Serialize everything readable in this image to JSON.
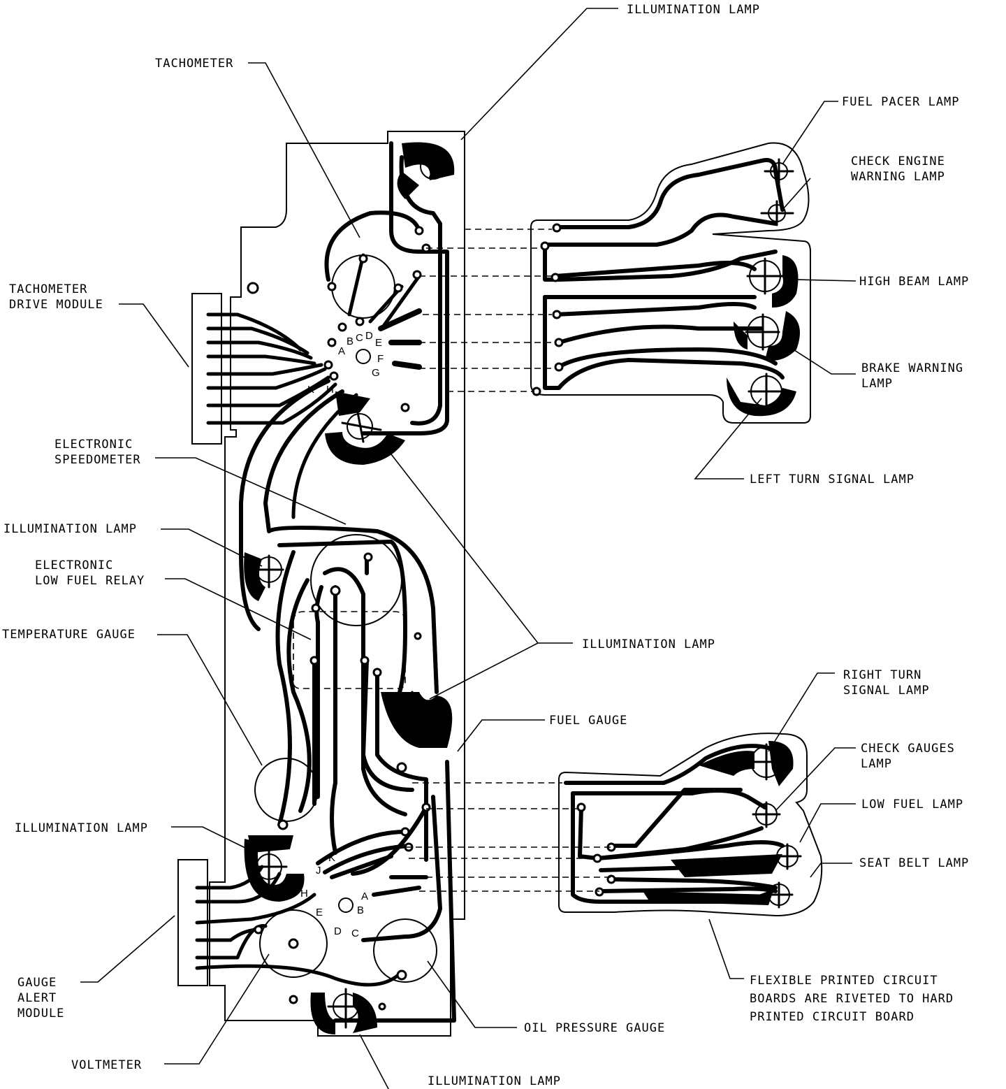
{
  "labels": {
    "illumination_top": "ILLUMINATION LAMP",
    "tachometer": "TACHOMETER",
    "fuel_pacer": "FUEL PACER LAMP",
    "check_engine": "CHECK ENGINE\nWARNING LAMP",
    "tach_drive": "TACHOMETER\nDRIVE MODULE",
    "high_beam": "HIGH BEAM LAMP",
    "brake_warning": "BRAKE WARNING\nLAMP",
    "electronic_speedometer": "ELECTRONIC\nSPEEDOMETER",
    "left_turn": "LEFT TURN SIGNAL LAMP",
    "illumination_left_1": "ILLUMINATION LAMP",
    "low_fuel_relay": "ELECTRONIC\nLOW FUEL RELAY",
    "temperature_gauge": "TEMPERATURE GAUGE",
    "illumination_mid": "ILLUMINATION LAMP",
    "right_turn": "RIGHT TURN\nSIGNAL LAMP",
    "fuel_gauge": "FUEL GAUGE",
    "check_gauges": "CHECK GAUGES\nLAMP",
    "low_fuel_lamp": "LOW FUEL LAMP",
    "illumination_left_2": "ILLUMINATION LAMP",
    "seat_belt": "SEAT BELT LAMP",
    "gauge_alert": "GAUGE\nALERT\nMODULE",
    "flex_note": "FLEXIBLE PRINTED CIRCUIT\nBOARDS ARE RIVETED TO HARD\nPRINTED CIRCUIT BOARD",
    "oil_pressure": "OIL PRESSURE GAUGE",
    "voltmeter": "VOLTMETER",
    "illumination_bottom": "ILLUMINATION LAMP"
  },
  "pins_upper": [
    "A",
    "B",
    "C",
    "D",
    "E",
    "F",
    "G",
    "H",
    "K"
  ],
  "pins_lower": [
    "A",
    "B",
    "C",
    "D",
    "E",
    "H",
    "J",
    "K"
  ]
}
